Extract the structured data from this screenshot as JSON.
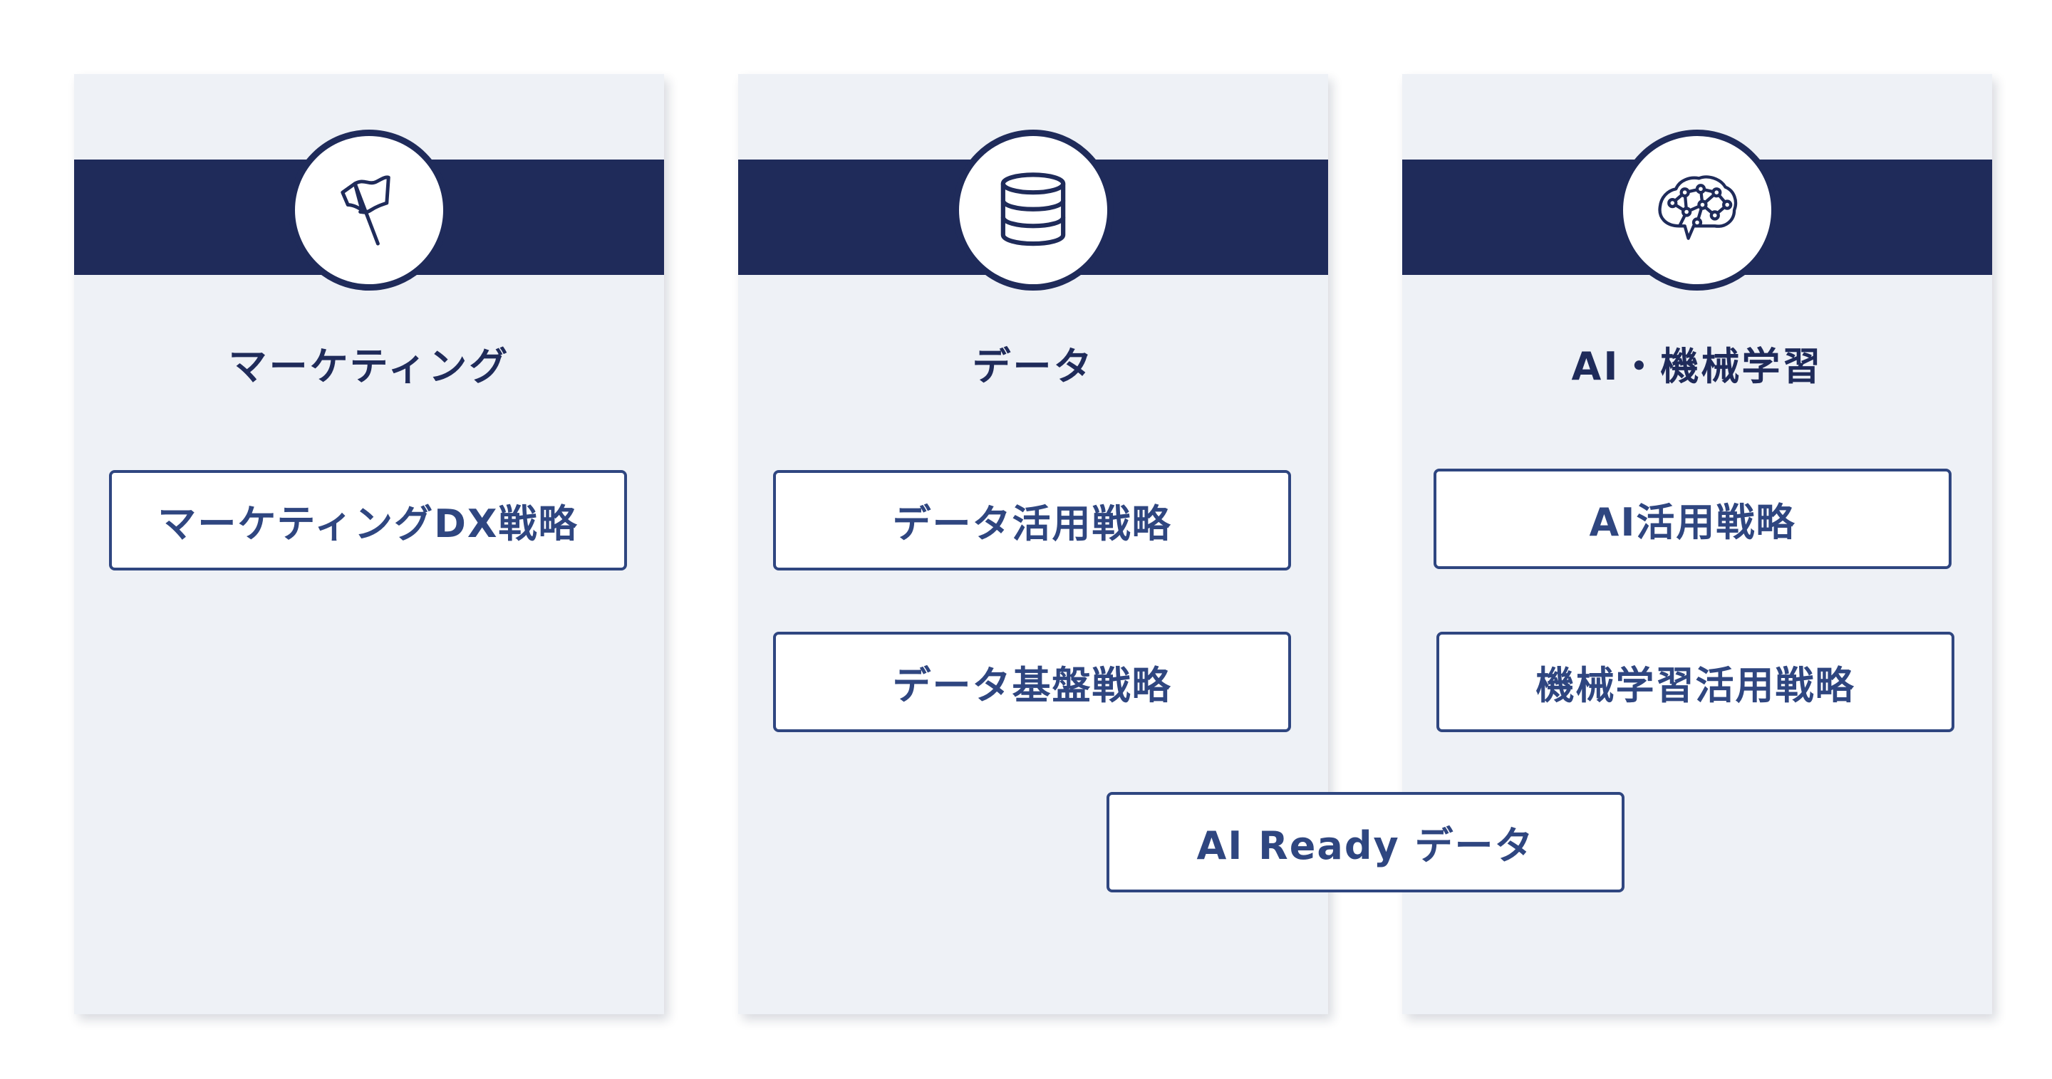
{
  "columns": [
    {
      "title": "マーケティング",
      "icon": "flag-icon",
      "items": [
        "マーケティングDX戦略"
      ]
    },
    {
      "title": "データ",
      "icon": "database-icon",
      "items": [
        "データ活用戦略",
        "データ基盤戦略"
      ]
    },
    {
      "title": "AI・機械学習",
      "icon": "ai-brain-icon",
      "items": [
        "AI活用戦略",
        "機械学習活用戦略"
      ]
    }
  ],
  "shared_item": "AI Ready データ",
  "colors": {
    "navy": "#1f2b5a",
    "item_text": "#2f4680",
    "card_bg": "#eef1f6"
  }
}
